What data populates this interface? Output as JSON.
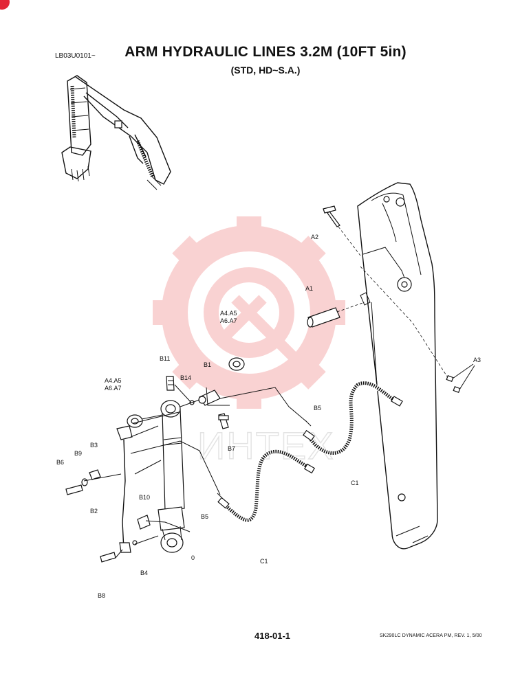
{
  "document": {
    "ref_code": "LB03U0101~",
    "title": "ARM HYDRAULIC LINES 3.2M (10FT 5in)",
    "subtitle": "(STD, HD~S.A.)",
    "page_number": "418-01-1",
    "footer_note": "SK290LC DYNAMIC ACERA PM, REV. 1, 5/00"
  },
  "watermark": {
    "text": "ИНТЕХ",
    "color": "#f08080",
    "icon": "gear-icon"
  },
  "callouts": {
    "A1": "A1",
    "A2": "A2",
    "A3": "A3",
    "A4_top": "A4.A5",
    "A6_top": "A6.A7",
    "A4_left": "A4.A5",
    "A6_left": "A6.A7",
    "B1": "B1",
    "B2": "B2",
    "B3": "B3",
    "B4": "B4",
    "B5_right": "B5",
    "B5_left": "B5",
    "B6": "B6",
    "B7": "B7",
    "B8": "B8",
    "B9": "B9",
    "B10": "B10",
    "B11": "B11",
    "B14": "B14",
    "C1_right": "C1",
    "C1_left": "C1",
    "zero": "0"
  }
}
